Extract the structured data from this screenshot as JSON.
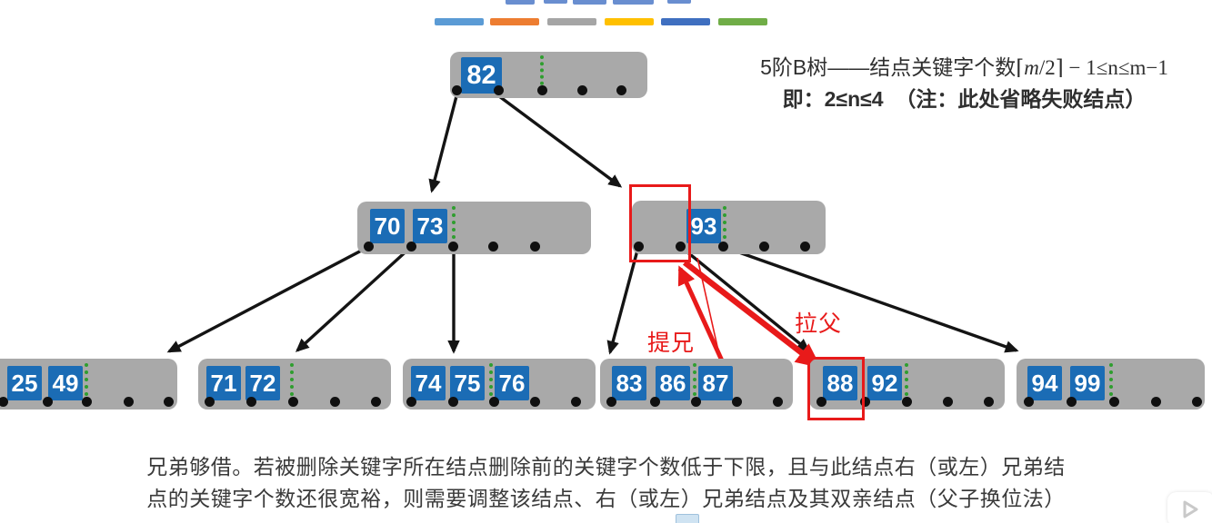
{
  "legend_bars": {
    "colors": [
      "#5b9bd5",
      "#ed7d31",
      "#a5a5a5",
      "#ffc000",
      "#3f6fc0",
      "#70ad47"
    ]
  },
  "title": {
    "line1_prefix": "5阶B树——结点关键字个数",
    "ceil_open": "⌈",
    "ceil_m": "m",
    "ceil_rest": "/2⌉ − 1≤n≤m−1",
    "line2_left": "即：2≤n≤4",
    "line2_right": "（注：此处省略失败结点）"
  },
  "tree": {
    "root": {
      "keys": [
        "82"
      ]
    },
    "inner_left": {
      "keys": [
        "70",
        "73"
      ]
    },
    "inner_right": {
      "keys": [
        "93"
      ]
    },
    "leaves": [
      {
        "keys": [
          "25",
          "49"
        ]
      },
      {
        "keys": [
          "71",
          "72"
        ]
      },
      {
        "keys": [
          "74",
          "75",
          "76"
        ]
      },
      {
        "keys": [
          "83",
          "86",
          "87"
        ]
      },
      {
        "keys": [
          "88",
          "92"
        ]
      },
      {
        "keys": [
          "94",
          "99"
        ]
      }
    ]
  },
  "annotations": {
    "label_lift_brother": "提兄",
    "label_pull_parent": "拉父",
    "highlight_color": "#e81a1a"
  },
  "colors": {
    "node_gray": "#a9a9a9",
    "key_blue": "#1b6cb5",
    "min_marker_green": "#2f9e2f",
    "arrow_black": "#141414"
  },
  "caption": {
    "line1": "兄弟够借。若被删除关键字所在结点删除前的关键字个数低于下限，且与此结点右（或左）兄弟结",
    "line2": "点的关键字个数还很宽裕，则需要调整该结点、右（或左）兄弟结点及其双亲结点（父子换位法）"
  }
}
